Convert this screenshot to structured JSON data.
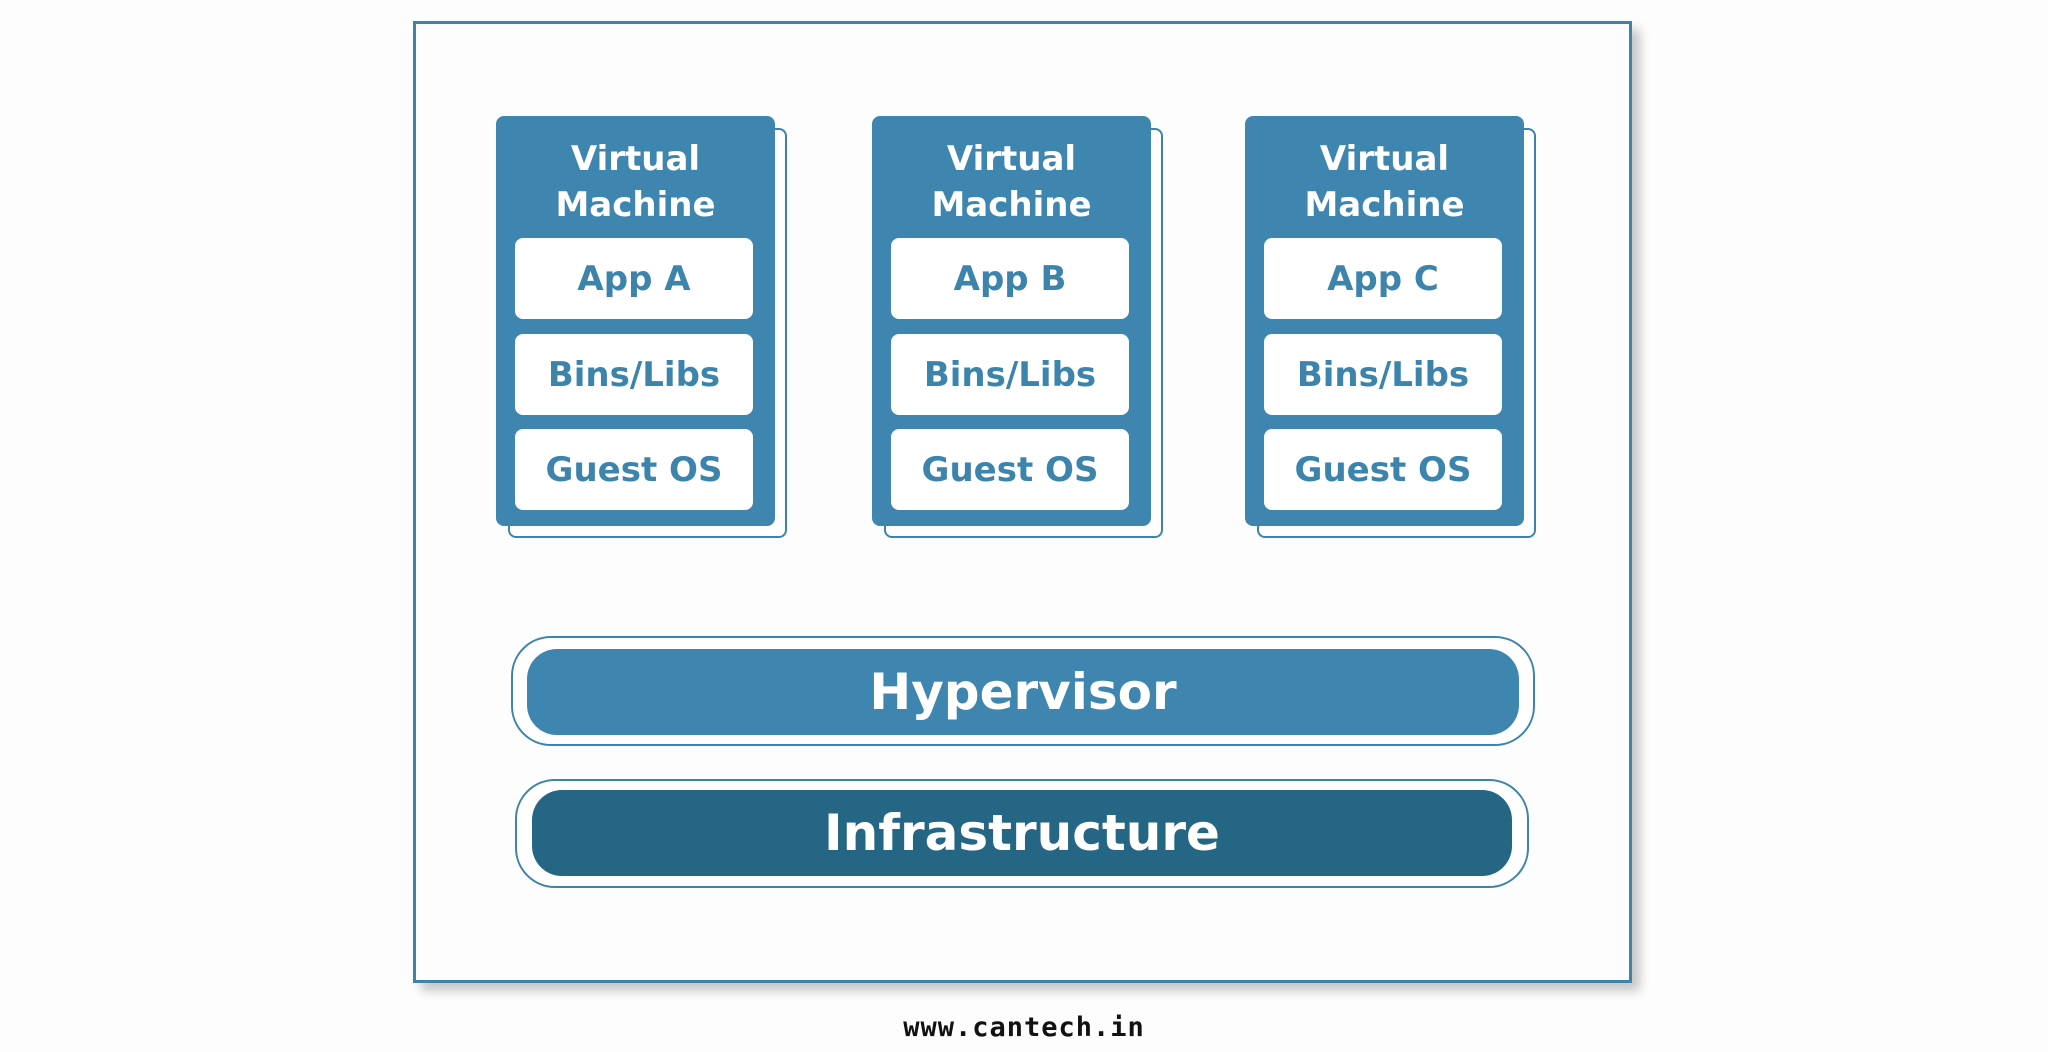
{
  "virtual_machines": [
    {
      "title_line1": "Virtual",
      "title_line2": "Machine",
      "layers": [
        "App A",
        "Bins/Libs",
        "Guest OS"
      ]
    },
    {
      "title_line1": "Virtual",
      "title_line2": "Machine",
      "layers": [
        "App B",
        "Bins/Libs",
        "Guest OS"
      ]
    },
    {
      "title_line1": "Virtual",
      "title_line2": "Machine",
      "layers": [
        "App C",
        "Bins/Libs",
        "Guest OS"
      ]
    }
  ],
  "hypervisor": {
    "label": "Hypervisor",
    "color": "#3e86b0"
  },
  "infrastructure": {
    "label": "Infrastructure",
    "color": "#246683"
  },
  "footer": {
    "url": "www.cantech.in"
  },
  "colors": {
    "accent": "#3d84ad",
    "background": "#fdfdfd"
  }
}
